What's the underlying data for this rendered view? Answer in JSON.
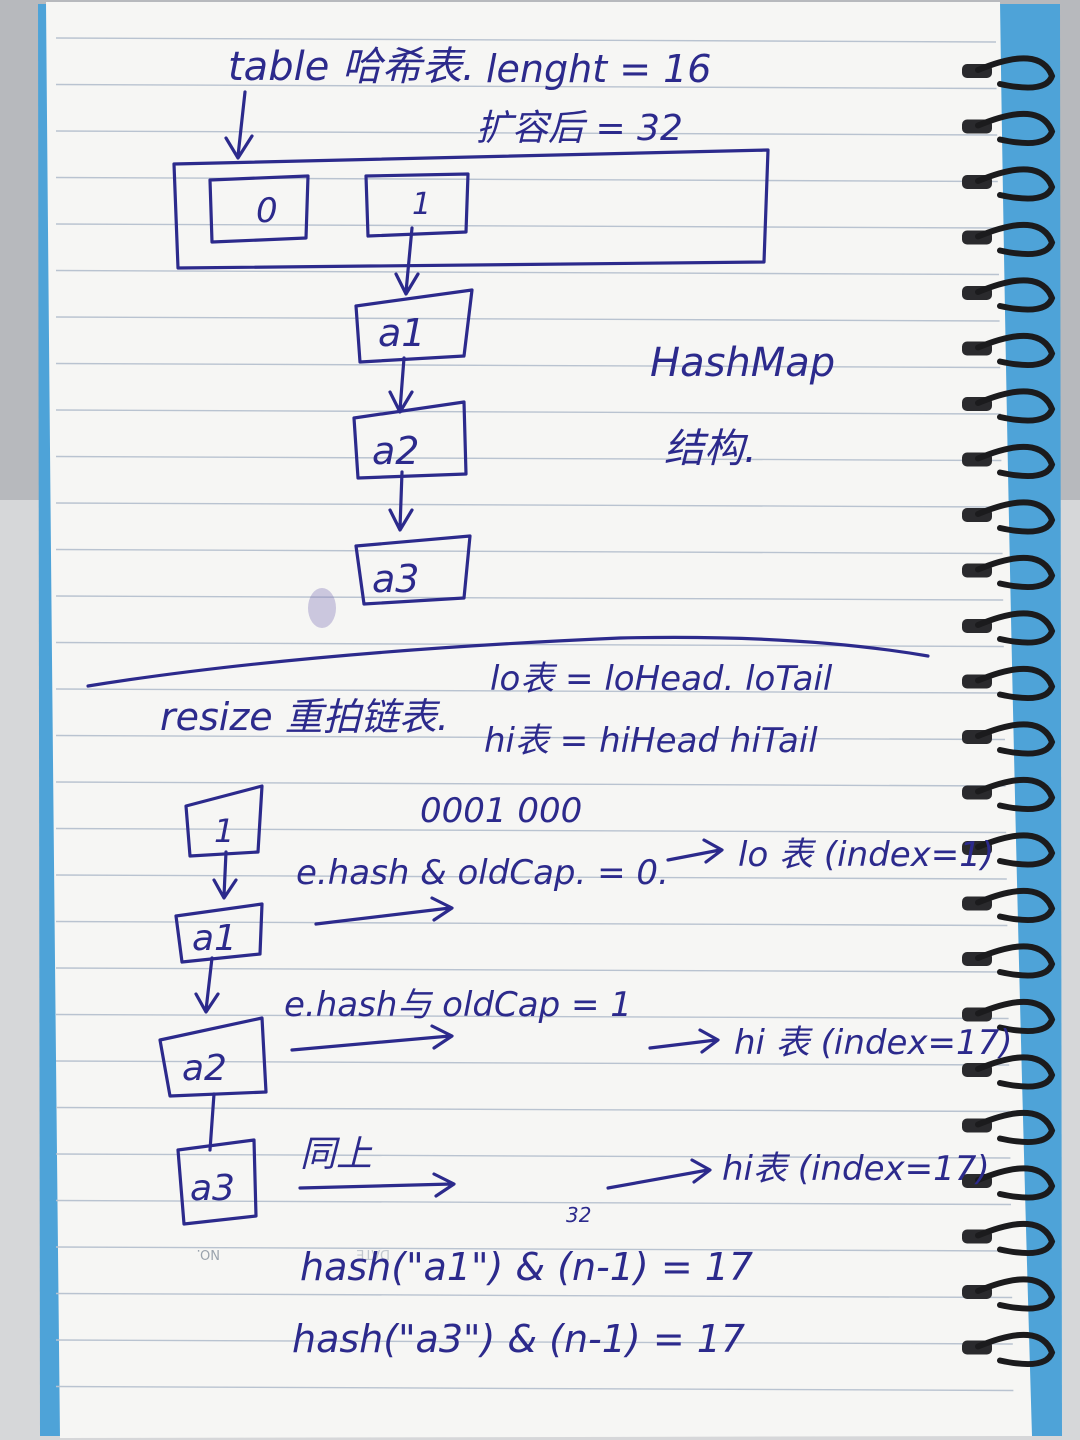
{
  "photo": {
    "desk_color": "#d6d7d9",
    "notebook_cover_color": "#4ea3d8",
    "paper_color": "#f6f6f4",
    "ruled_line_color": "#b9c3d0",
    "ink_color": "#2c2a8c",
    "spiral_color": "#1b1b1d",
    "printed_mark": "NO.",
    "printed_mark_2": "DATE"
  },
  "hashmap_section": {
    "table_label": "table 哈希表.",
    "length_label": "lenght = 16",
    "resized_label": "扩容后 = 32",
    "bucket_0": "0",
    "bucket_1": "1",
    "nodes": [
      "a1",
      "a2",
      "a3"
    ],
    "caption_line_1": "HashMap",
    "caption_line_2": "结构."
  },
  "resize_section": {
    "title": "resize 重拍链表.",
    "lo_def": "lo表 = loHead.  loTail",
    "hi_def": "hi表 = hiHead  hiTail",
    "binary": "0001 000",
    "bucket": "1",
    "nodes": [
      "a1",
      "a2",
      "a3"
    ],
    "rule_1": "e.hash & oldCap. = 0.",
    "result_1": "lo 表 (index=1)",
    "rule_2": "e.hash与 oldCap = 1",
    "result_2": "hi 表 (index=17)",
    "rule_3": "同上",
    "result_3": "hi表 (index=17)",
    "formula_superscript": "32",
    "formula_1": "hash(\"a1\") & (n-1) = 17",
    "formula_2": "hash(\"a3\") & (n-1) = 17"
  }
}
